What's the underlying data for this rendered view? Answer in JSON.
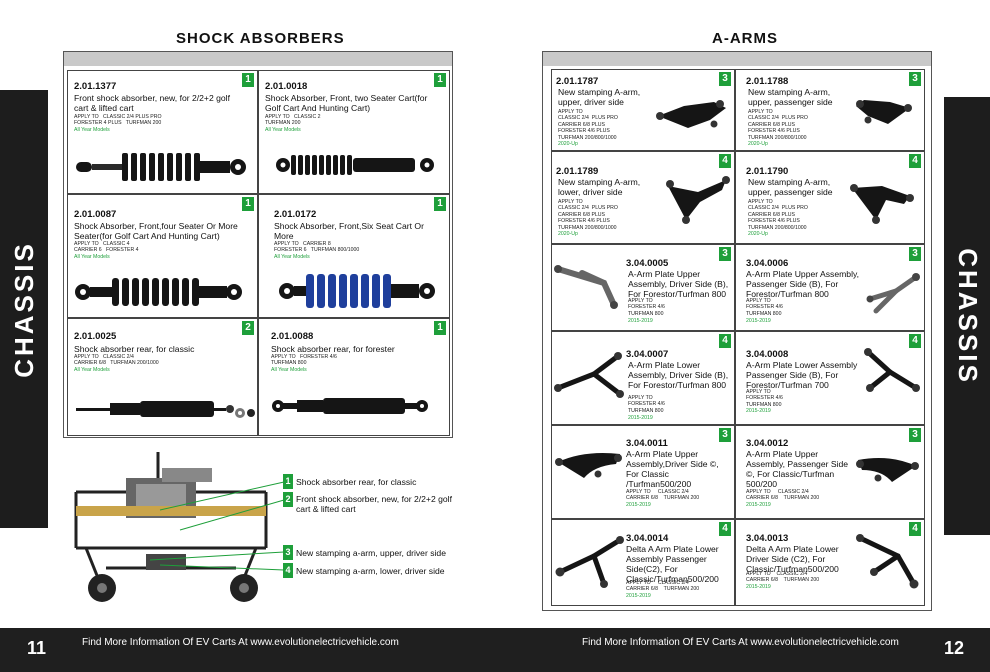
{
  "left_page": {
    "title": "SHOCK ABSORBERS",
    "side_tab": "CHASSIS",
    "page_number": "11",
    "footer_text": "Find More Information Of EV Carts At www.evolutionelectricvehicle.com",
    "products": [
      {
        "code": "2.01.1377",
        "badge": "1",
        "desc": "Front shock absorber, new, for 2/2+2 golf cart & lifted cart",
        "apply": "APPLY TO   CLASSIC 2/4 PLUS PRO\nFORESTER 4 PLUS   TURFMAN 200",
        "year": "All Year Models"
      },
      {
        "code": "2.01.0018",
        "badge": "1",
        "desc": "Shock Absorber, Front, two Seater Cart(for Golf Cart And Hunting Cart)",
        "apply": "APPLY TO   CLASSIC 2\nTURFMAN 200",
        "year": "All Year Models"
      },
      {
        "code": "2.01.0087",
        "badge": "1",
        "desc": "Shock Absorber, Front,four Seater Or More Seater(for Golf Cart And Hunting Cart)",
        "apply": "APPLY TO   CLASSIC 4\nCARRIER 6   FORESTER 4",
        "year": "All Year Models"
      },
      {
        "code": "2.01.0172",
        "badge": "1",
        "desc": "Shock Absorber, Front,Six Seat Cart Or More",
        "apply": "APPLY TO   CARRIER 8\nFORESTER 6   TURFMAN 800/1000",
        "year": "All Year Models"
      },
      {
        "code": "2.01.0025",
        "badge": "2",
        "desc": "Shock absorber rear, for classic",
        "apply": "APPLY TO   CLASSIC 2/4\nCARRIER 6/8   TURFMAN 200/1000",
        "year": "All Year Models"
      },
      {
        "code": "2.01.0088",
        "badge": "1",
        "desc": "Shock absorber rear, for forester",
        "apply": "APPLY TO   FORESTER 4/6\nTURFMAN 800",
        "year": "All Year Models"
      }
    ],
    "callouts": [
      {
        "num": "1",
        "text": "Shock absorber rear, for classic"
      },
      {
        "num": "2",
        "text": "Front shock absorber, new, for 2/2+2 golf cart & lifted cart"
      },
      {
        "num": "3",
        "text": "New stamping a-arm, upper, driver side"
      },
      {
        "num": "4",
        "text": "New stamping a-arm, lower, driver side"
      }
    ]
  },
  "right_page": {
    "title": "A-ARMS",
    "side_tab": "CHASSIS",
    "page_number": "12",
    "footer_text": "Find More Information Of EV Carts At www.evolutionelectricvehicle.com",
    "products": [
      {
        "code": "2.01.1787",
        "badge": "3",
        "desc": "New stamping A-arm, upper, driver side",
        "apply": "APPLY TO\nCLASSIC 2/4  PLUS PRO\nCARRIER 6/8 PLUS\nFORESTER 4/6 PLUS\nTURFMAN 200/800/1000",
        "year": "2020-Up"
      },
      {
        "code": "2.01.1788",
        "badge": "3",
        "desc": "New stamping A-arm, upper, passenger side",
        "apply": "APPLY TO\nCLASSIC 2/4  PLUS PRO\nCARRIER 6/8 PLUS\nFORESTER 4/6 PLUS\nTURFMAN 200/800/1000",
        "year": "2020-Up"
      },
      {
        "code": "2.01.1789",
        "badge": "4",
        "desc": "New stamping A-arm, lower, driver side",
        "apply": "APPLY TO\nCLASSIC 2/4  PLUS PRO\nCARRIER 6/8 PLUS\nFORESTER 4/6 PLUS\nTURFMAN 200/800/1000",
        "year": "2020-Up"
      },
      {
        "code": "2.01.1790",
        "badge": "4",
        "desc": "New stamping A-arm, upper, passenger side",
        "apply": "APPLY TO\nCLASSIC 2/4  PLUS PRO\nCARRIER 6/8 PLUS\nFORESTER 4/6 PLUS\nTURFMAN 200/800/1000",
        "year": "2020-Up"
      },
      {
        "code": "3.04.0005",
        "badge": "3",
        "desc": "A-Arm Plate Upper Assembly, Driver Side (B), For Forestor/Turfman 800",
        "apply": "APPLY TO\nFORESTER 4/6\nTURFMAN 800",
        "year": "2015-2019"
      },
      {
        "code": "3.04.0006",
        "badge": "3",
        "desc": "A-Arm Plate Upper Assembly, Passenger Side (B), For Forestor/Turfman 800",
        "apply": "APPLY TO\nFORESTER 4/6\nTURFMAN 800",
        "year": "2015-2019"
      },
      {
        "code": "3.04.0007",
        "badge": "4",
        "desc": "A-Arm Plate Lower Assembly, Driver Side (B), For Forestor/Turfman 800",
        "apply": "APPLY TO\nFORESTER 4/6\nTURFMAN 800",
        "year": "2015-2019"
      },
      {
        "code": "3.04.0008",
        "badge": "4",
        "desc": "A-Arm Plate Lower Assembly Passenger Side (B), For Forestor/Turfman  700",
        "apply": "APPLY TO\nFORESTER 4/6\nTURFMAN 800",
        "year": "2015-2019"
      },
      {
        "code": "3.04.0011",
        "badge": "3",
        "desc": "A-Arm Plate  Upper Assembly,Driver Side ©, For Classic /Turfman500/200",
        "apply": "APPLY TO     CLASSIC 2/4\nCARRIER 6/8    TURFMAN 200",
        "year": "2015-2019"
      },
      {
        "code": "3.04.0012",
        "badge": "3",
        "desc": "A-Arm Plate Upper Assembly, Passenger Side ©, For Classic/Turfman 500/200",
        "apply": "APPLY TO     CLASSIC 2/4\nCARRIER 6/8    TURFMAN 200",
        "year": "2015-2019"
      },
      {
        "code": "3.04.0014",
        "badge": "4",
        "desc": "Delta A Arm Plate Lower Assembly Passenger Side(C2), For Classic/Turfman500/200",
        "apply": "APPLY TO     CLASSIC 2/4\nCARRIER 6/8    TURFMAN 200",
        "year": "2015-2019"
      },
      {
        "code": "3.04.0013",
        "badge": "4",
        "desc": "Delta A Arm Plate Lower Driver Side (C2), For Classic/Turfman500/200",
        "apply": "APPLY TO    CLASSIC 2/4\nCARRIER 6/8    TURFMAN 200",
        "year": "2015-2019"
      }
    ]
  },
  "colors": {
    "badge": "#1e9f3a",
    "band": "#1f1f1f",
    "header": "#c9c9c9",
    "shock_black": "#151515",
    "shock_blue": "#1f3f9c"
  }
}
